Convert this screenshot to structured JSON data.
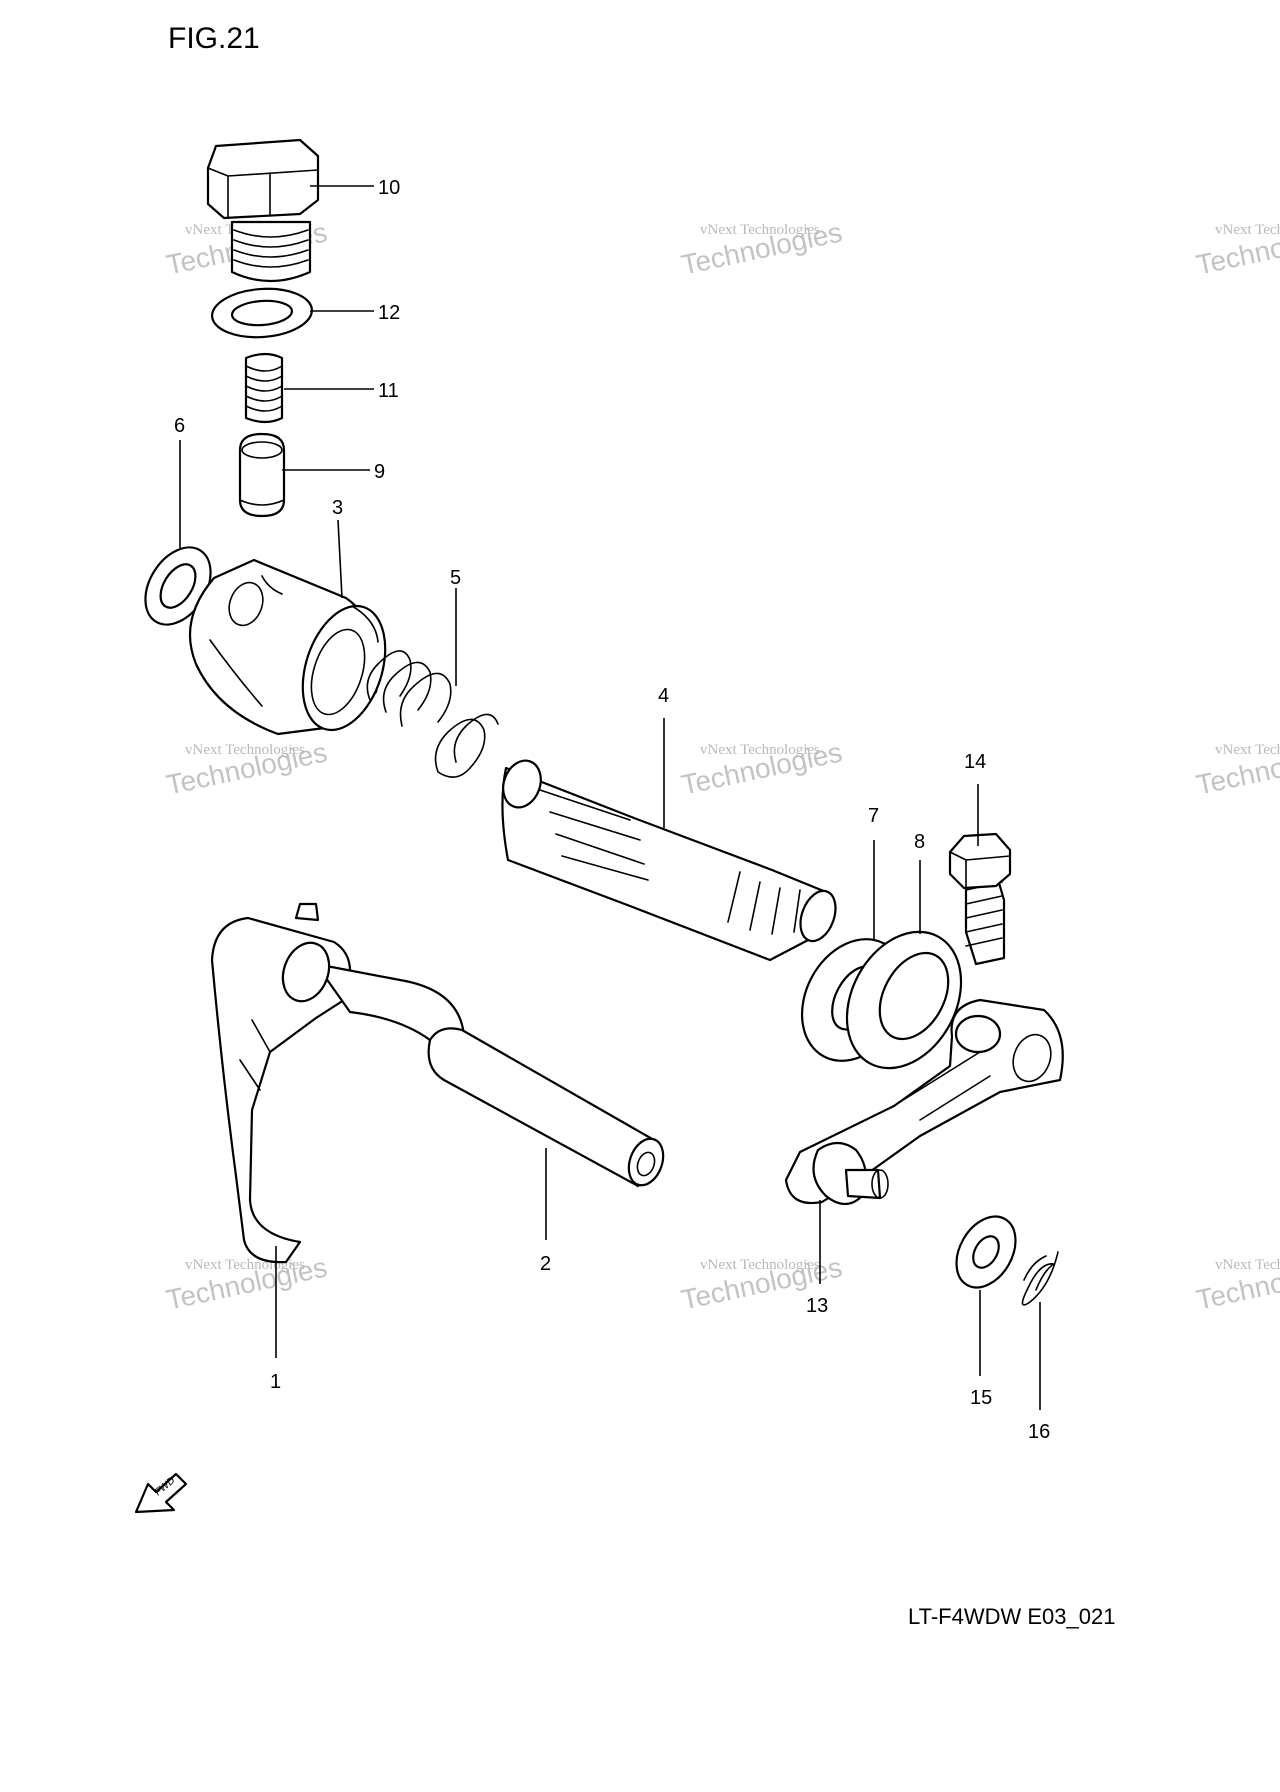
{
  "figure": {
    "title": "FIG.21",
    "code": "LT-F4WDW E03_021"
  },
  "watermark": {
    "line1": "vNext Technologies",
    "line2": "Technologies"
  },
  "fwd_label": "FWD",
  "callouts": {
    "c1": "1",
    "c2": "2",
    "c3": "3",
    "c4": "4",
    "c5": "5",
    "c6": "6",
    "c7": "7",
    "c8": "8",
    "c9": "9",
    "c10": "10",
    "c11": "11",
    "c12": "12",
    "c13": "13",
    "c14": "14",
    "c15": "15",
    "c16": "16"
  }
}
